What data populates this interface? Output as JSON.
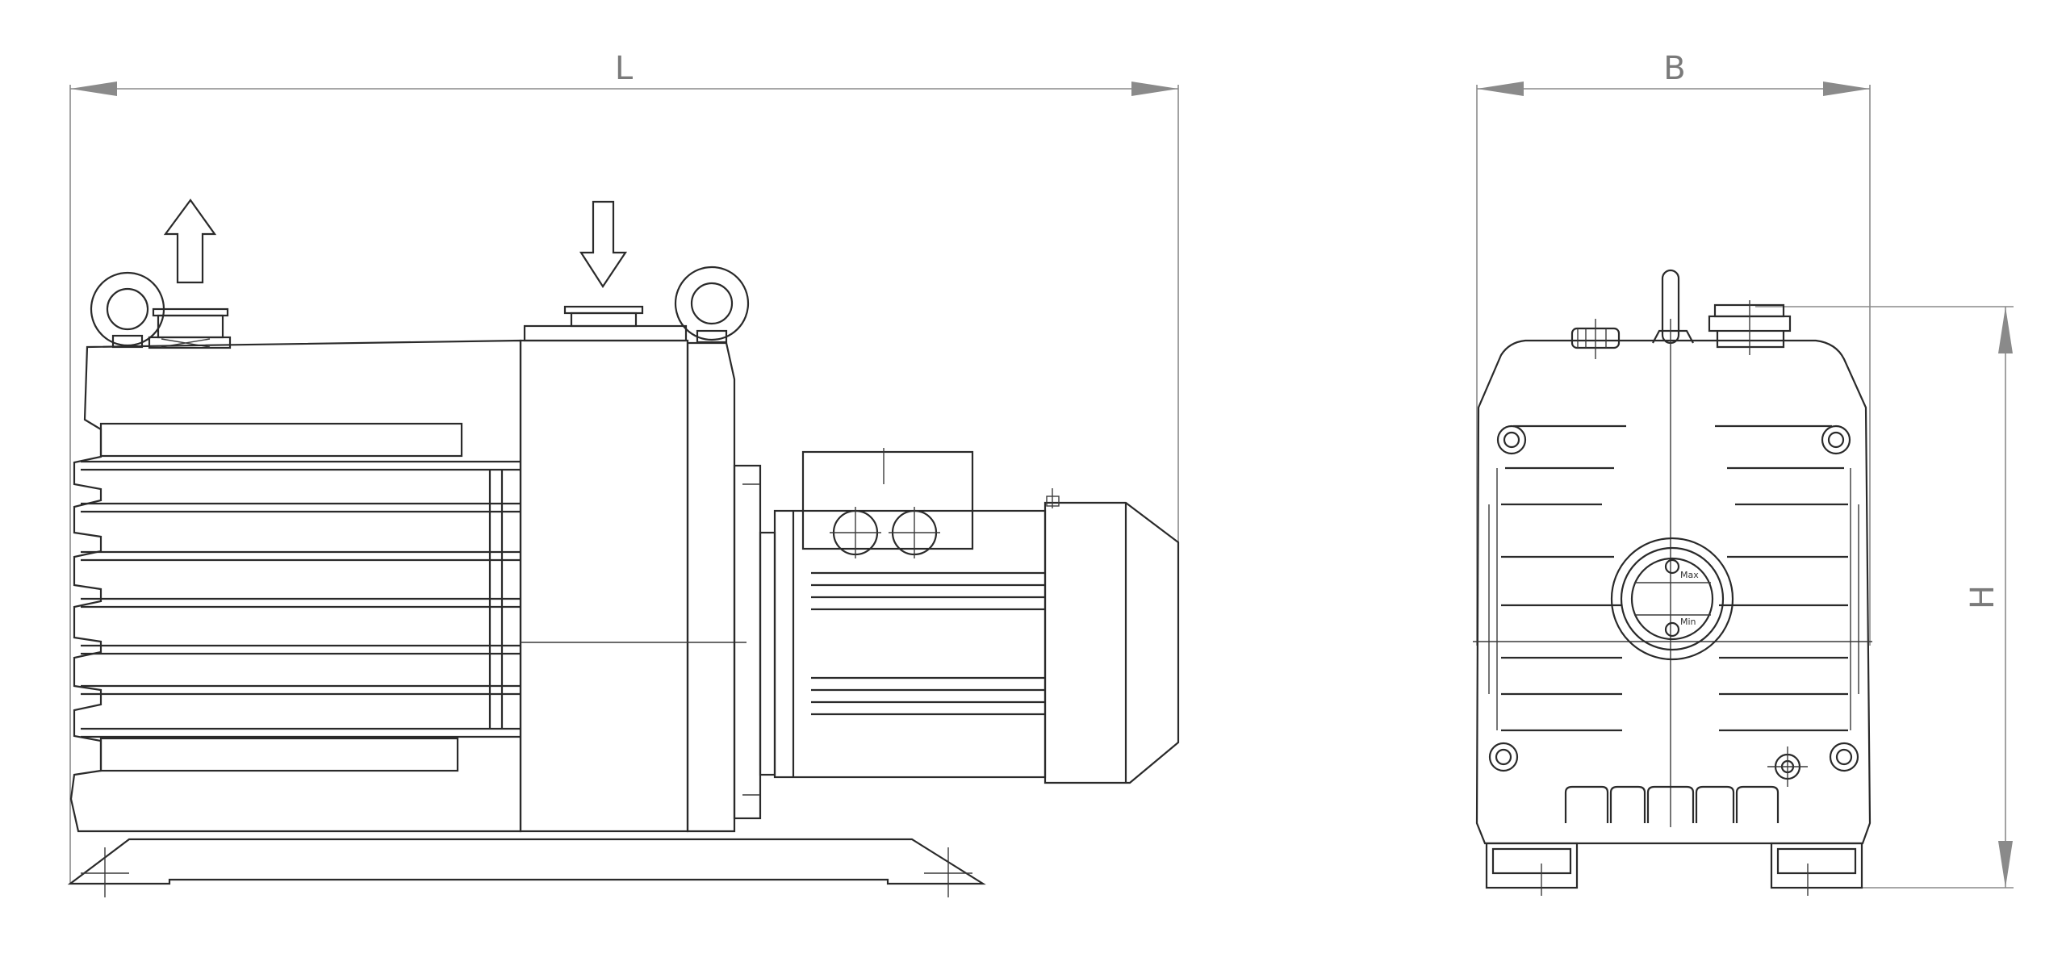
{
  "dimensions": {
    "length_label": "L",
    "width_label": "B",
    "height_label": "H"
  },
  "gauge": {
    "max_label": "Max",
    "min_label": "Min"
  },
  "colors": {
    "line": "#2a2a2a",
    "dimension": "#8a8a8a",
    "background": "#ffffff"
  }
}
